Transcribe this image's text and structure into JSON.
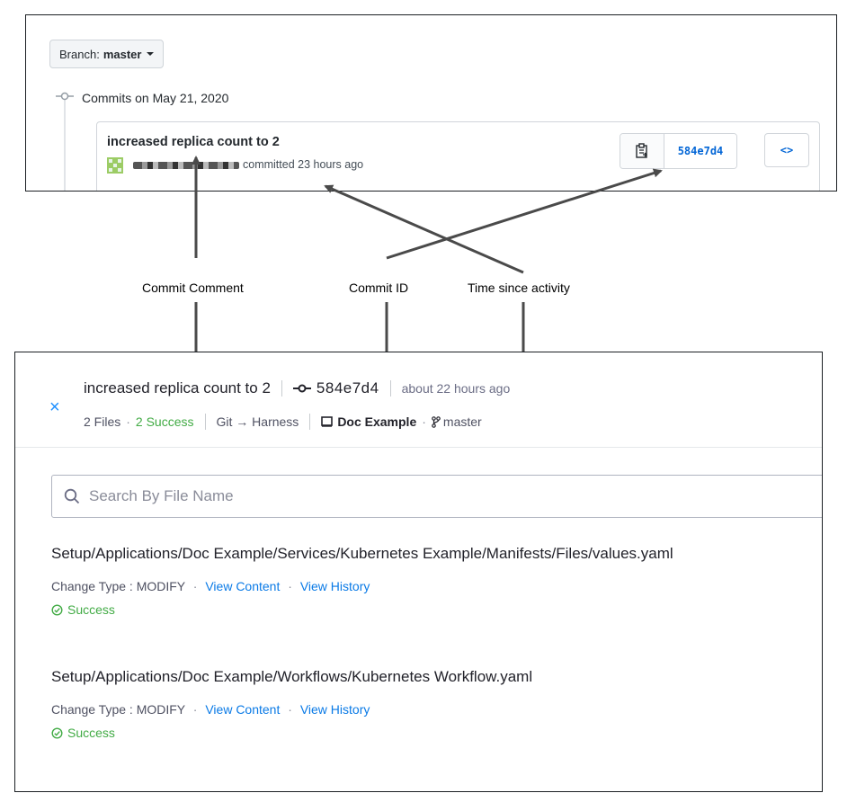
{
  "github": {
    "branch_prefix": "Branch:",
    "branch_name": "master",
    "commits_heading": "Commits on May 21, 2020",
    "commit_title": "increased replica count to 2",
    "commit_meta": "committed 23 hours ago",
    "commit_sha": "584e7d4",
    "browse_label": "<>"
  },
  "annotations": {
    "commit_comment": "Commit Comment",
    "commit_id": "Commit ID",
    "time_since": "Time since activity"
  },
  "harness": {
    "close_label": "×",
    "commit_title": "increased replica count to 2",
    "commit_sha": "584e7d4",
    "time_ago": "about 22 hours ago",
    "files_count": "2 Files",
    "success_count": "2 Success",
    "direction": "Git → Harness",
    "app_name": "Doc Example",
    "branch": "master",
    "search_placeholder": "Search By File Name",
    "files": [
      {
        "path": "Setup/Applications/Doc Example/Services/Kubernetes Example/Manifests/Files/values.yaml",
        "change_type": "Change Type : MODIFY",
        "view_content": "View Content",
        "view_history": "View History",
        "status": "Success"
      },
      {
        "path": "Setup/Applications/Doc Example/Workflows/Kubernetes Workflow.yaml",
        "change_type": "Change Type : MODIFY",
        "view_content": "View Content",
        "view_history": "View History",
        "status": "Success"
      }
    ],
    "colors": {
      "success": "#42ab45",
      "link": "#0a7ae6",
      "accent": "#1e90ff"
    }
  }
}
